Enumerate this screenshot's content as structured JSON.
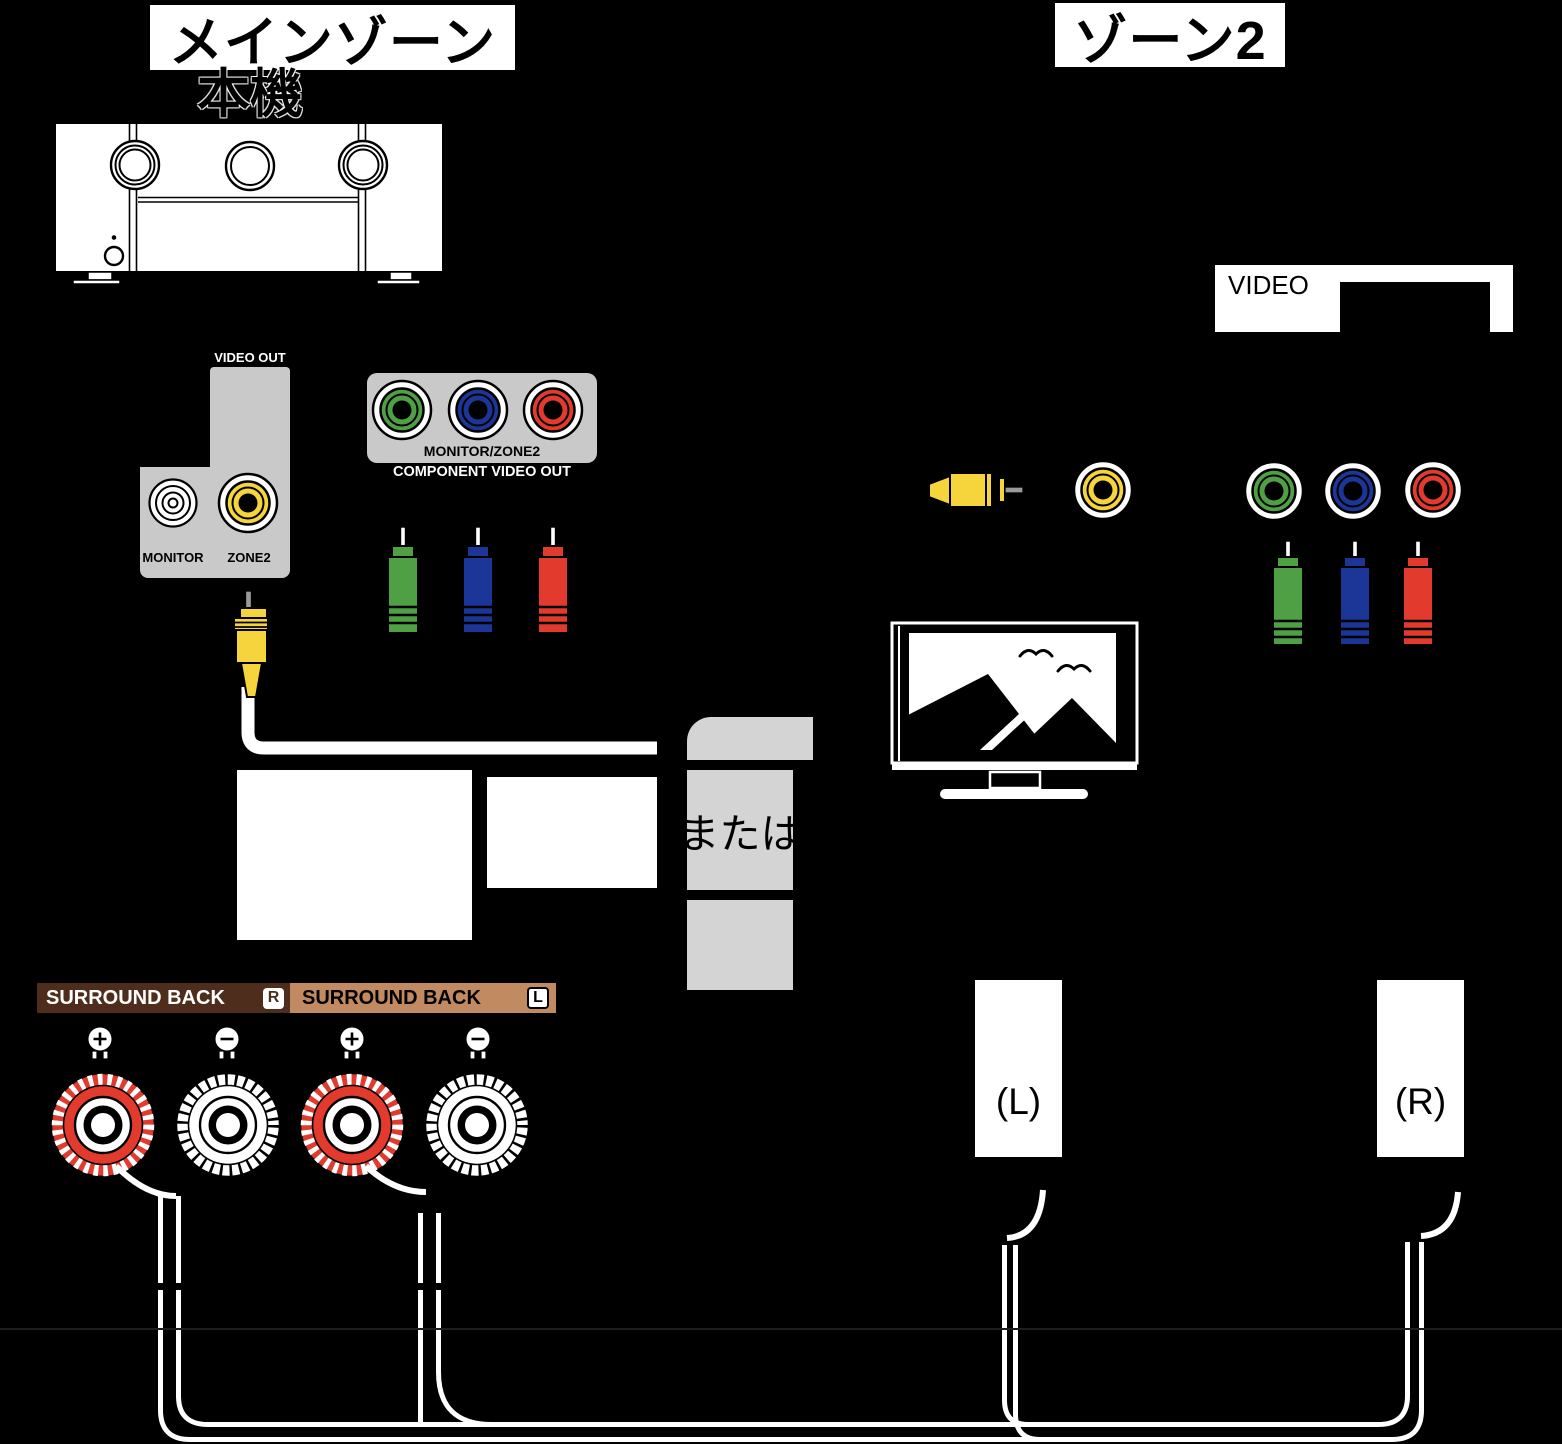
{
  "diagram": {
    "main_zone": {
      "title": "メインゾーン",
      "device_label": "本機"
    },
    "zone2": {
      "title": "ゾーン2",
      "video_label": "VIDEO"
    },
    "video_out_panel": {
      "title": "VIDEO OUT",
      "monitor_label": "MONITOR",
      "zone2_label": "ZONE2"
    },
    "component_panel": {
      "jacks_label": "MONITOR/ZONE2",
      "title": "COMPONENT VIDEO OUT"
    },
    "or_label": "または",
    "surround_back": {
      "right": {
        "label": "SURROUND BACK",
        "badge": "R"
      },
      "left": {
        "label": "SURROUND BACK",
        "badge": "L"
      },
      "polarities": [
        "+",
        "−",
        "+",
        "−"
      ]
    },
    "speakers": {
      "left": "(L)",
      "right": "(R)"
    },
    "colors": {
      "video_yellow": "#f6d43c",
      "component_green": "#4f9f45",
      "component_blue": "#1b3696",
      "component_red": "#e23b2e",
      "panel_gray": "#c9c9c9",
      "or_gray": "#d4d4d4",
      "sb_right_brown": "#4f2d1d",
      "sb_left_tan": "#c18a60",
      "terminal_red": "#e23b2e",
      "terminal_white": "#ffffff"
    }
  }
}
